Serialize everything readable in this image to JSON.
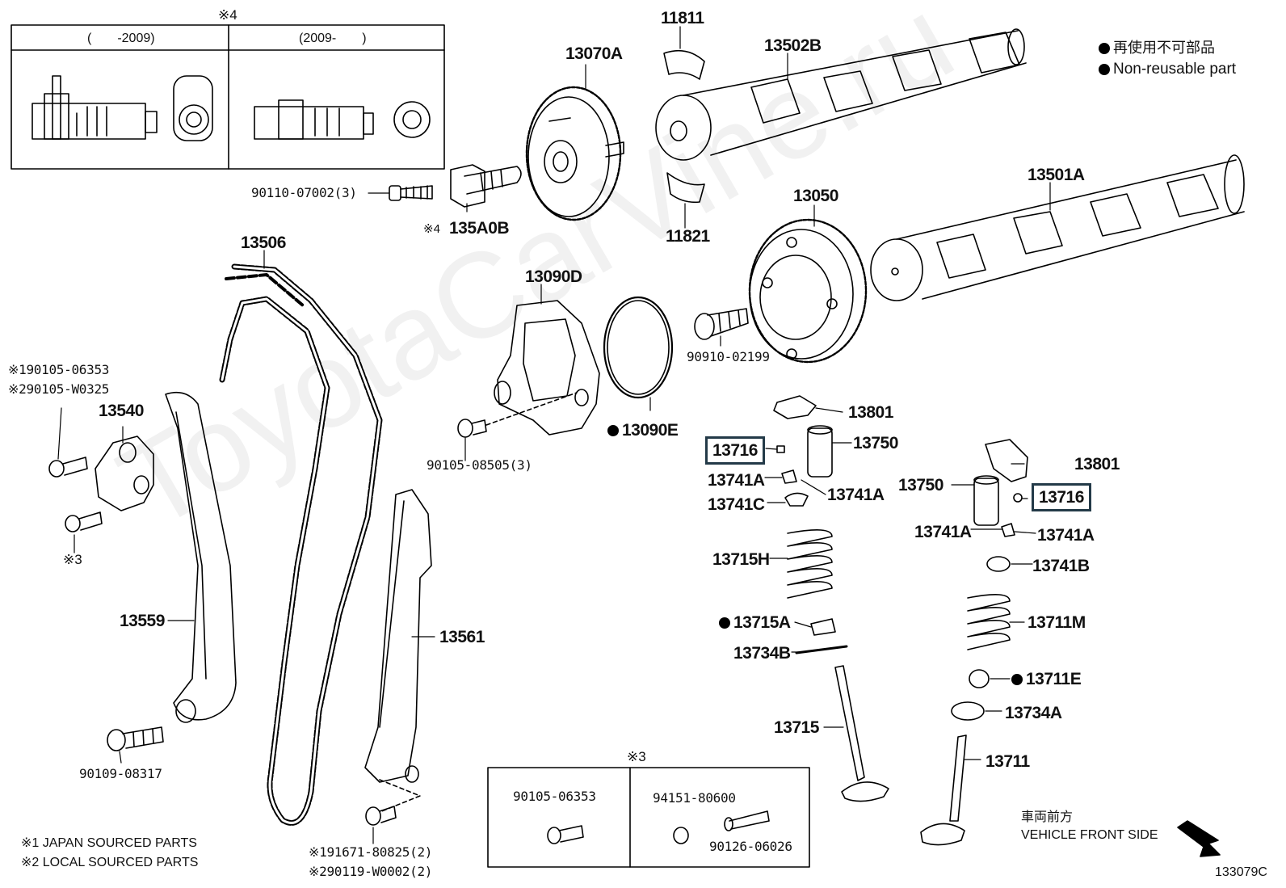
{
  "watermark": "ToyotaCarVine.ru",
  "legend": {
    "jp": "再使用不可部品",
    "en": "Non-reusable part"
  },
  "top_box": {
    "note_mark": "※4",
    "left_header": "(　　-2009)",
    "right_header": "(2009-　　)"
  },
  "bottom_box": {
    "note_mark": "※3",
    "left_part": "90105-06353",
    "right_part_1": "94151-80600",
    "right_part_2": "90126-06026"
  },
  "parts": {
    "p11811": "11811",
    "p13070A": "13070A",
    "p13502B": "13502B",
    "p90110": "90110-07002(3)",
    "p135A0B": "135A0B",
    "p135A0B_mark": "※4",
    "p11821": "11821",
    "p13050": "13050",
    "p13501A": "13501A",
    "p13506": "13506",
    "p13090D": "13090D",
    "p90910": "90910-02199",
    "p13090E": "13090E",
    "p90105_08505": "90105-08505(3)",
    "p90105_06353": "90105-06353",
    "p90105_06353_mark": "※1",
    "p90105_W0325": "90105-W0325",
    "p90105_W0325_mark": "※2",
    "p13540": "13540",
    "p_mark3": "※3",
    "p13559": "13559",
    "p13561": "13561",
    "p90109": "90109-08317",
    "p13801a": "13801",
    "p13750a": "13750",
    "p13716a": "13716",
    "p13741A_1": "13741A",
    "p13741A_2": "13741A",
    "p13741C": "13741C",
    "p13801b": "13801",
    "p13750b": "13750",
    "p13716b": "13716",
    "p13741A_3": "13741A",
    "p13741A_4": "13741A",
    "p13741B": "13741B",
    "p13715H": "13715H",
    "p13715A": "13715A",
    "p13734B": "13734B",
    "p13715": "13715",
    "p13711M": "13711M",
    "p13711E": "13711E",
    "p13734A": "13734A",
    "p13711": "13711",
    "p91671": "91671-80825(2)",
    "p91671_mark": "※1",
    "p90119": "90119-W0002(2)",
    "p90119_mark": "※2"
  },
  "notes": {
    "n1": "※1 JAPAN SOURCED PARTS",
    "n2": "※2 LOCAL SOURCED PARTS"
  },
  "direction": {
    "jp": "車両前方",
    "en": "VEHICLE FRONT SIDE"
  },
  "diagram_code": "133079C"
}
